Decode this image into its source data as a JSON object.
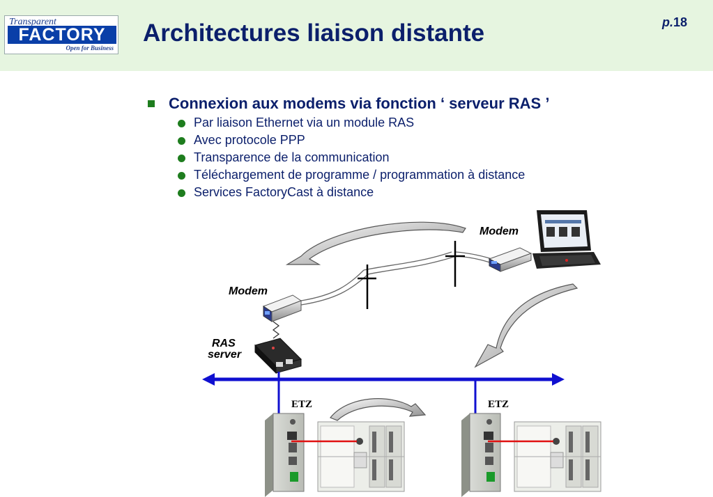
{
  "header": {
    "logo_top": "Transparent",
    "logo_main": "FACTORY",
    "logo_sub": "Open for Business",
    "title": "Architectures liaison distante",
    "page_prefix": "p.",
    "page_number": "18"
  },
  "content": {
    "main_bullet": "Connexion aux modems  via fonction ‘ serveur RAS ’",
    "sub_bullets": [
      "Par liaison Ethernet  via un module RAS",
      "Avec protocole PPP",
      "Transparence de la communication",
      "Téléchargement de programme / programmation à distance",
      "Services FactoryCast à distance"
    ]
  },
  "diagram": {
    "modem_left_label": "Modem",
    "modem_right_label": "Modem",
    "ras_label_line1": "RAS",
    "ras_label_line2": "server",
    "etz_left_label": "ETZ",
    "etz_right_label": "ETZ"
  },
  "colors": {
    "header_bg": "#e6f5e0",
    "title": "#0b1f6b",
    "bullet_green": "#1e7d1e",
    "network_blue": "#1010d0",
    "link_red": "#e01010"
  }
}
